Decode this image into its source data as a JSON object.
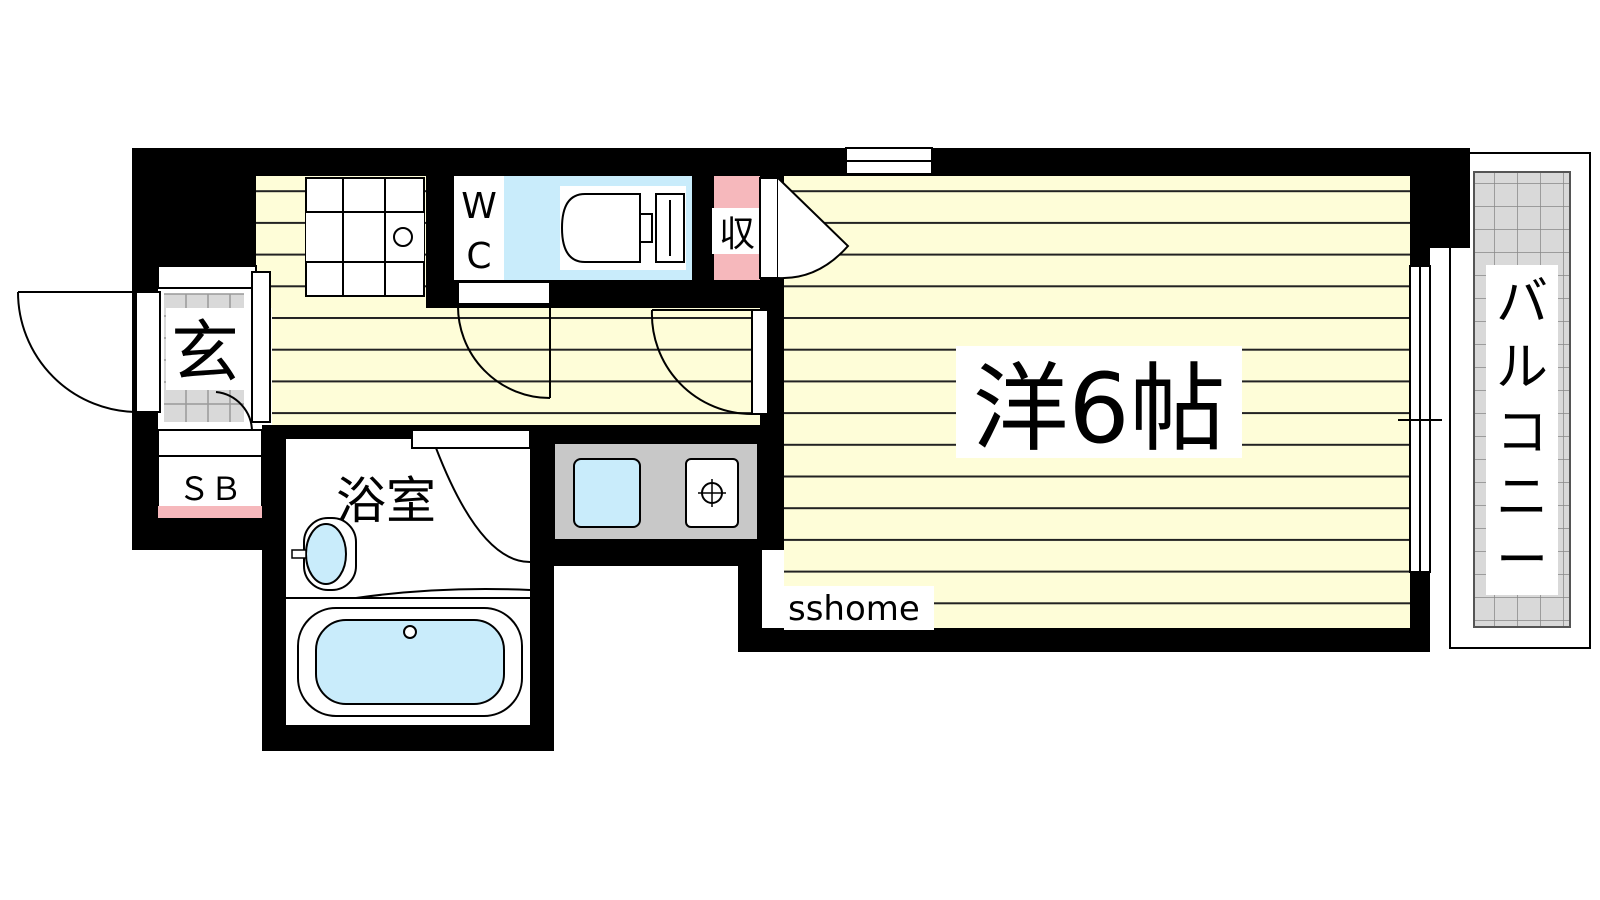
{
  "rooms": {
    "western": {
      "label": "洋6帖"
    },
    "balcony": {
      "label_chars": [
        "バ",
        "ル",
        "コ",
        "ニ",
        "ー"
      ]
    },
    "bathroom": {
      "label": "浴室"
    },
    "entrance": {
      "label": "玄"
    },
    "toilet": {
      "label_top": "W",
      "label_bottom": "C"
    },
    "storage": {
      "label": "収"
    },
    "shoe_box": {
      "label": "ＳＢ"
    }
  },
  "watermark": "sshome",
  "colors": {
    "floor": "#fefdd8",
    "floor_line": "#222222",
    "wall": "#000000",
    "fixture_blue": "#c9ecfb",
    "storage_pink": "#f6b8bc",
    "kitchen_gray": "#c8c8c8",
    "balcony_gray": "#d9d9d9"
  }
}
